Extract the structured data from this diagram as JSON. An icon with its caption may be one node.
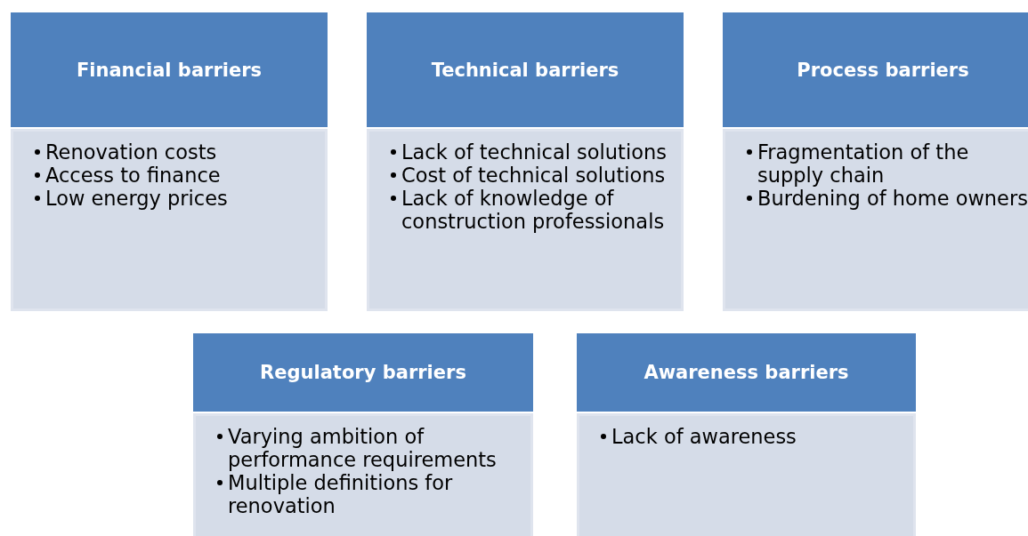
{
  "diagram": {
    "nodes": [
      {
        "text": [
          "Financial barriers",
          "Renovation costs",
          "Access to finance",
          "Low energy prices"
        ]
      },
      {
        "text": [
          "Technical barriers",
          "Lack of technical solutions",
          "Cost of technical solutions",
          "Lack of knowledge of construction professionals"
        ]
      },
      {
        "text": [
          "Process barriers",
          "Fragmentation of the supply chain",
          "Burdening of home owners"
        ]
      },
      {
        "text": [
          "Regulatory barriers",
          "Varying ambition of performance requirements",
          "Multiple definitions for renovation"
        ]
      },
      {
        "text": [
          "Awareness barriers",
          "Lack of awareness"
        ]
      }
    ]
  }
}
